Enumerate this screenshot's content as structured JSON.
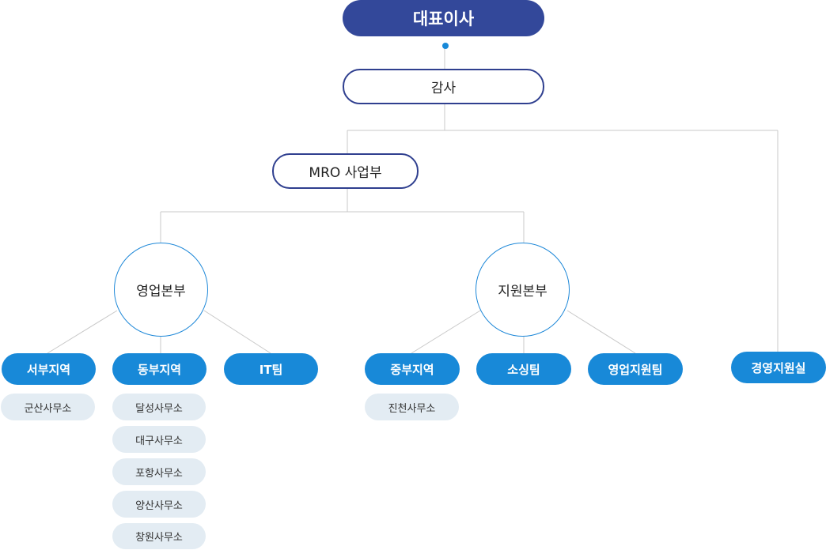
{
  "nodes": {
    "ceo": "대표이사",
    "audit": "감사",
    "mro": "MRO 사업부",
    "sales_hq": "영업본부",
    "support_hq": "지원본부",
    "mgmt_support": "경영지원실"
  },
  "sales_teams": {
    "west": {
      "label": "서부지역",
      "offices": [
        "군산사무소"
      ]
    },
    "east": {
      "label": "동부지역",
      "offices": [
        "달성사무소",
        "대구사무소",
        "포항사무소",
        "양산사무소",
        "창원사무소"
      ]
    },
    "it": {
      "label": "IT팀"
    }
  },
  "support_teams": {
    "central": {
      "label": "중부지역",
      "offices": [
        "진천사무소"
      ]
    },
    "sourcing": {
      "label": "소싱팀"
    },
    "sales_support": {
      "label": "영업지원팀"
    }
  },
  "colors": {
    "navy": "#33489a",
    "blue": "#1889d8",
    "sub_bg": "#e3ecf3",
    "line": "#c8c8c8"
  }
}
